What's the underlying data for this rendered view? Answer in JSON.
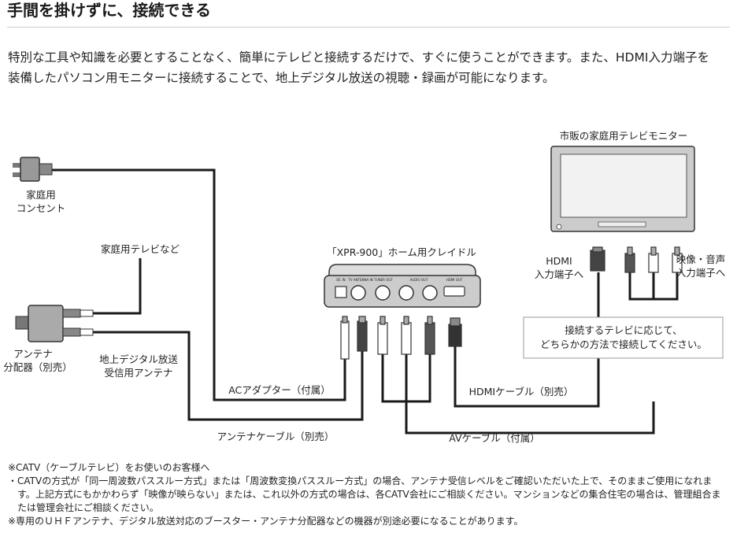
{
  "heading": "手間を掛けずに、接続できる",
  "intro": "特別な工具や知識を必要とすることなく、簡単にテレビと接続するだけで、すぐに使うことができます。また、HDMI入力端子を装備したパソコン用モニターに接続することで、地上デジタル放送の視聴・録画が可能になります。",
  "diagram": {
    "monitor_label": "市販の家庭用テレビモニター",
    "outlet_label": [
      "家庭用",
      "コンセント"
    ],
    "tv_etc_label": "家庭用テレビなど",
    "splitter_label": [
      "アンテナ",
      "分配器（別売）"
    ],
    "antenna_label": [
      "地上デジタル放送",
      "受信用アンテナ"
    ],
    "device_label": "「XPR-900」ホーム用クレイドル",
    "device_port_labels": [
      "DC IN",
      "TV ANTENNA IN",
      "TUNER OUT",
      "AUDIO OUT",
      "HDMI OUT"
    ],
    "hdmi_in_label": [
      "HDMI",
      "入力端子へ"
    ],
    "av_in_label": [
      "映像・音声",
      "入力端子へ"
    ],
    "note_box": [
      "接続するテレビに応じて、",
      "どちらかの方法で接続してください。"
    ],
    "ac_adapter_label": "ACアダプター（付属）",
    "hdmi_cable_label": "HDMIケーブル（別売）",
    "antenna_cable_label": "アンテナケーブル（別売）",
    "av_cable_label": "AVケーブル（付属）"
  },
  "notes": {
    "catv_title": "※CATV（ケーブルテレビ）をお使いのお客様へ",
    "catv_body": "・CATVの方式が「同一周波数パススルー方式」または「周波数変換パススルー方式」の場合、アンテナ受信レベルをご確認いただいた上で、そのままご使用になれます。上記方式にもかかわらず「映像が映らない」または、これ以外の方式の場合は、各CATV会社にご相談ください。マンションなどの集合住宅の場合は、管理組合または管理会社にご相談ください。",
    "uhf_note": "※専用のＵＨＦアンテナ、デジタル放送対応のブースター・アンテナ分配器などの機器が別途必要になることがあります。"
  }
}
